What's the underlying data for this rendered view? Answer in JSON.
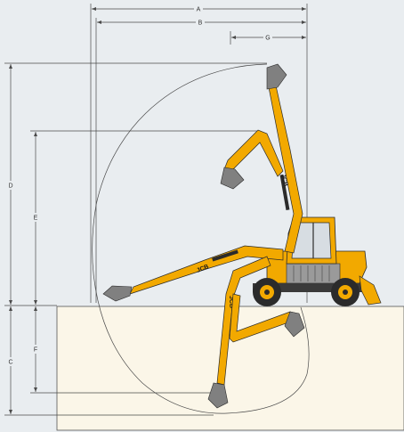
{
  "diagram": {
    "dimension_labels": {
      "a": "A",
      "b": "B",
      "g": "G",
      "d": "D",
      "e": "E",
      "c": "C",
      "f": "F"
    },
    "brand_text": "JCB",
    "colors": {
      "background": "#e9edf0",
      "ground": "#fbf6e8",
      "machine_yellow": "#f2a900",
      "machine_dark": "#2b2b2b",
      "line": "#4a4a4a"
    }
  }
}
